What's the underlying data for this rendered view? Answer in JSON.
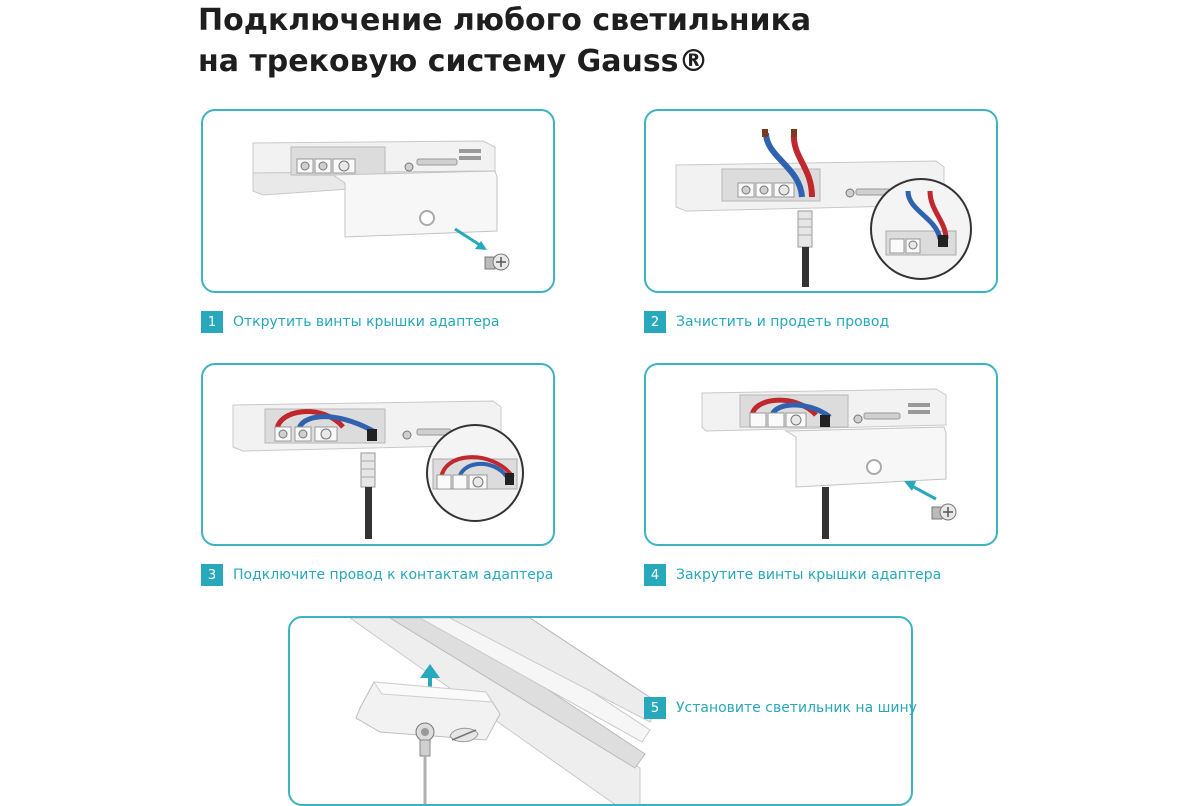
{
  "title": {
    "line1": "Подключение любого светильника",
    "line2": "на трековую систему Gauss®"
  },
  "steps": [
    {
      "num": "1",
      "text": "Открутить винты крышки адаптера"
    },
    {
      "num": "2",
      "text": "Зачистить и продеть провод"
    },
    {
      "num": "3",
      "text": "Подключите провод к контактам адаптера"
    },
    {
      "num": "4",
      "text": "Закрутите винты крышки адаптера"
    },
    {
      "num": "5",
      "text": "Установите светильник на шину"
    }
  ],
  "colors": {
    "accent": "#27a8bb",
    "border": "#3db3c2",
    "wire_red": "#c0282d",
    "wire_blue": "#2f63b0",
    "title": "#1e1e1e"
  }
}
